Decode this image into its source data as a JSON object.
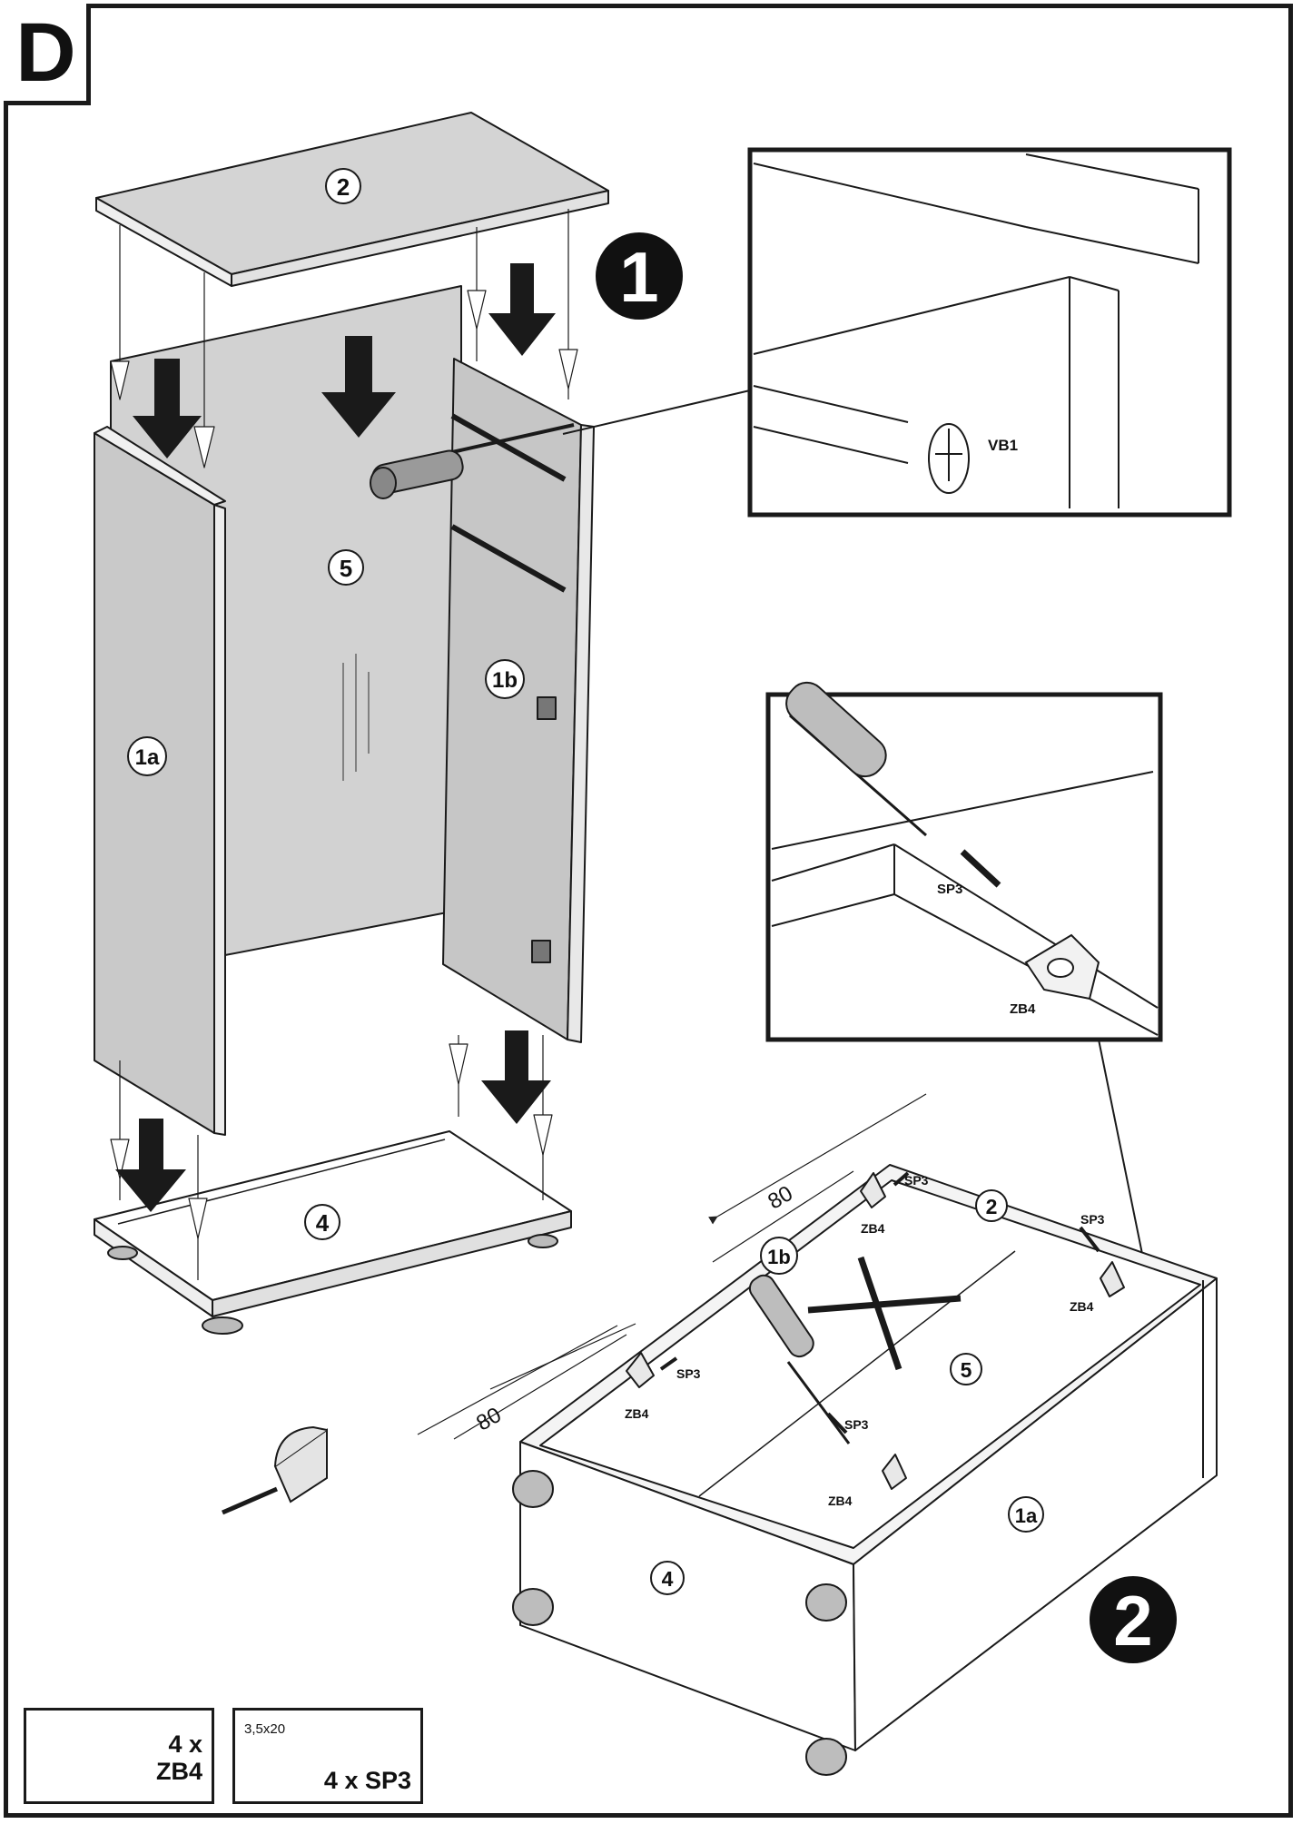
{
  "step": "D",
  "stages": [
    "1",
    "2"
  ],
  "labels": {
    "top_panel": "2",
    "back_panel": "5",
    "left_side": "1a",
    "right_side": "1b",
    "base": "4"
  },
  "detail_1": {
    "fitting": "VB1"
  },
  "detail_2": {
    "screw": "SP3",
    "bracket": "ZB4"
  },
  "stage_2": {
    "dimension_top": "80",
    "dimension_left": "80",
    "screws": [
      "SP3",
      "SP3",
      "SP3",
      "SP3"
    ],
    "brackets": [
      "ZB4",
      "ZB4",
      "ZB4",
      "ZB4"
    ],
    "part_labels": [
      "2",
      "1b",
      "5",
      "1a",
      "4"
    ]
  },
  "parts": [
    {
      "name": "ZB4",
      "qty_line1": "4 x",
      "qty_line2": "ZB4"
    },
    {
      "name": "SP3",
      "size": "3,5x20",
      "qty_line": "4 x SP3"
    }
  ]
}
